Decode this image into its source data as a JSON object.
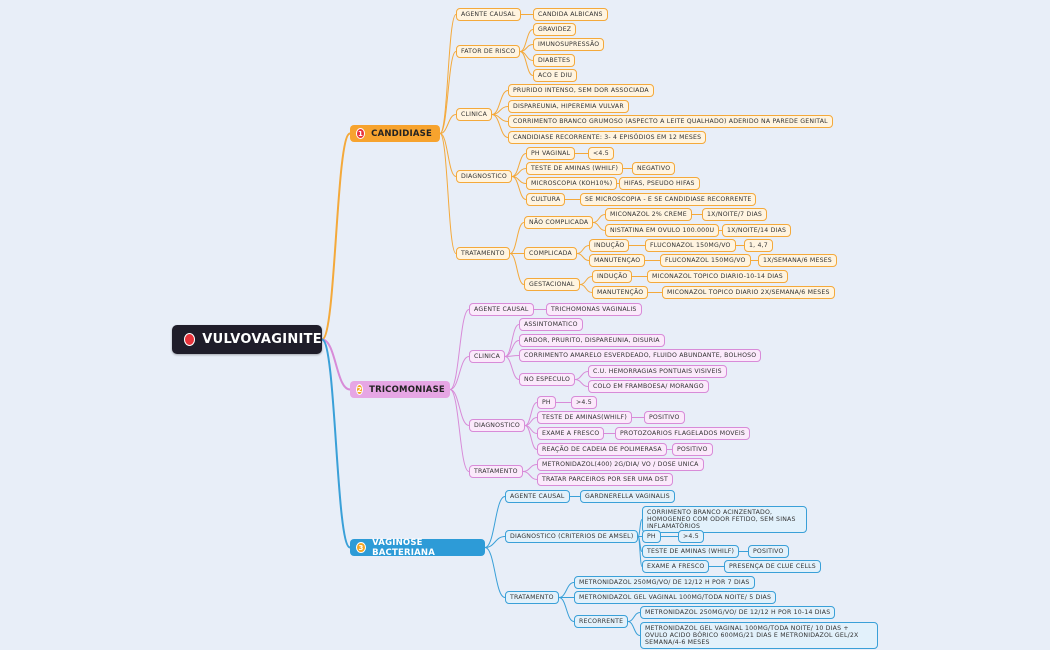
{
  "root": {
    "label": "VULVOVAGINITE"
  },
  "branches": {
    "candidiase": {
      "number": "1",
      "label": "CANDIDIASE",
      "agente_causal": "AGENTE CAUSAL",
      "candida_albicans": "CANDIDA ALBICANS",
      "fator_de_risco": "FATOR DE RISCO",
      "gravidez": "GRAVIDEZ",
      "imunossupressao": "IMUNOSUPRESSÃO",
      "diabetes": "DIABETES",
      "aco_diu": "ACO E DIU",
      "clinica": "CLINICA",
      "prurido": "PRURIDO INTENSO, SEM DOR ASSOCIADA",
      "dispareunia": "DISPAREUNIA, HIPEREMIA VULVAR",
      "corrimento": "CORRIMENTO BRANCO GRUMOSO (ASPECTO A LEITE QUALHADO) ADERIDO NA PAREDE GENITAL",
      "recorrente": "CANDIDIASE RECORRENTE: 3- 4 EPISÓDIOS EM 12 MESES",
      "diagnostico": "DIAGNOSTICO",
      "ph_vaginal": "PH VAGINAL",
      "ph_value": "<4.5",
      "teste_aminas": "TESTE DE AMINAS (WHILF)",
      "negativo": "NEGATIVO",
      "microscopia": "MICROSCOPIA (KOH10%)",
      "hifas": "HIFAS, PSEUDO HIFAS",
      "cultura": "CULTURA",
      "cultura_desc": "SE MICROSCOPIA - E SE CANDIDIASE RECORRENTE",
      "tratamento": "TRATAMENTO",
      "nao_complicada": "NÃO COMPLICADA",
      "miconazol": "MICONAZOL 2% CREME",
      "miconazol_dose": "1X/NOITE/7 DIAS",
      "nistatina": "NISTATINA EM OVULO 100.000U",
      "nistatina_dose": "1X/NOITE/14 DIAS",
      "complicada": "COMPLICADA",
      "inducao": "INDUÇÃO",
      "fluco_1": "FLUCONAZOL 150MG/VO",
      "fluco_1_dose": "1, 4,7",
      "manutencao": "MANUTENÇAO",
      "fluco_2": "FLUCONAZOL 150MG/VO",
      "fluco_2_dose": "1X/SEMANA/6 MESES",
      "gestacional": "GESTACIONAL",
      "g_inducao": "INDUÇÃO",
      "g_inducao_desc": "MICONAZOL TOPICO DIARIO-10-14 DIAS",
      "g_manutencao": "MANUTENÇÃO",
      "g_manutencao_desc": "MICONAZOL TOPICO DIARIO 2X/SEMANA/6 MESES"
    },
    "tricomoniase": {
      "number": "2",
      "label": "TRICOMONIASE",
      "agente_causal": "AGENTE CAUSAL",
      "trichomonas": "TRICHOMONAS VAGINALIS",
      "clinica": "CLINICA",
      "assintomatico": "ASSINTOMATICO",
      "ardor": "ARDOR, PRURITO, DISPAREUNIA, DISURIA",
      "corrimento": "CORRIMENTO AMARELO ESVERDEADO, FLUIDO ABUNDANTE, BOLHOSO",
      "especulo": "NO ESPECULO",
      "cu": "C.U. HEMORRAGIAS PONTUAIS VISIVEIS",
      "colo": "COLO EM FRAMBOESA/ MORANGO",
      "diagnostico": "DIAGNOSTICO",
      "ph": "PH",
      "ph_value": ">4.5",
      "teste_aminas": "TESTE DE AMINAS(WHILF)",
      "positivo_1": "POSITIVO",
      "exame_fresco": "EXAME A FRESCO",
      "protozoarios": "PROTOZOARIOS FLAGELADOS MOVEIS",
      "pcr": "REAÇÃO DE CADEIA DE POLIMERASA",
      "positivo_2": "POSITIVO",
      "tratamento": "TRATAMENTO",
      "metronidazol": "METRONIDAZOL(400) 2G/DIA/ VO / DOSE UNICA",
      "parceiros": "TRATAR PARCEIROS POR SER UMA DST"
    },
    "vaginose": {
      "number": "3",
      "label": "VAGINOSE BACTERIANA",
      "agente_causal": "AGENTE CAUSAL",
      "gardnerella": "GARDNERELLA VAGINALIS",
      "diagnostico": "DIAGNOSTICO (CRITERIOS DE AMSEL)",
      "corrimento": "CORRIMENTO BRANCO ACINZENTADO, HOMOGENEO COM ODOR FETIDO, SEM SINAS INFLAMATÓRIOS",
      "ph": "PH",
      "ph_value": ">4.5",
      "teste_aminas": "TESTE DE AMINAS (WHILF)",
      "positivo": "POSITIVO",
      "exame_fresco": "EXAME A FRESCO",
      "clue_cells": "PRESENÇA DE CLUE CELLS",
      "tratamento": "TRATAMENTO",
      "metro_vo": "METRONIDAZOL 250MG/VO/ DE 12/12 H POR 7 DIAS",
      "metro_gel": "METRONIDAZOL GEL VAGINAL 100MG/TODA NOITE/ 5 DIAS",
      "recorrente": "RECORRENTE",
      "rec_vo": "METRONIDAZOL 250MG/VO/ DE 12/12 H POR 10-14 DIAS",
      "rec_gel": "METRONIDAZOL GEL VAGINAL 100MG/TODA NOITE/ 10 DIAS + OVULO ACIDO BÓRICO 600MG/21 DIAS E METRONIDAZOL GEL/2X SEMANA/4-6 MESES"
    }
  },
  "colors": {
    "background": "#e8eef8",
    "candidiase": "#f4a93b",
    "tricomoniase": "#d88bd8",
    "vaginose": "#3aa0d8",
    "root": "#1f1d2a"
  }
}
